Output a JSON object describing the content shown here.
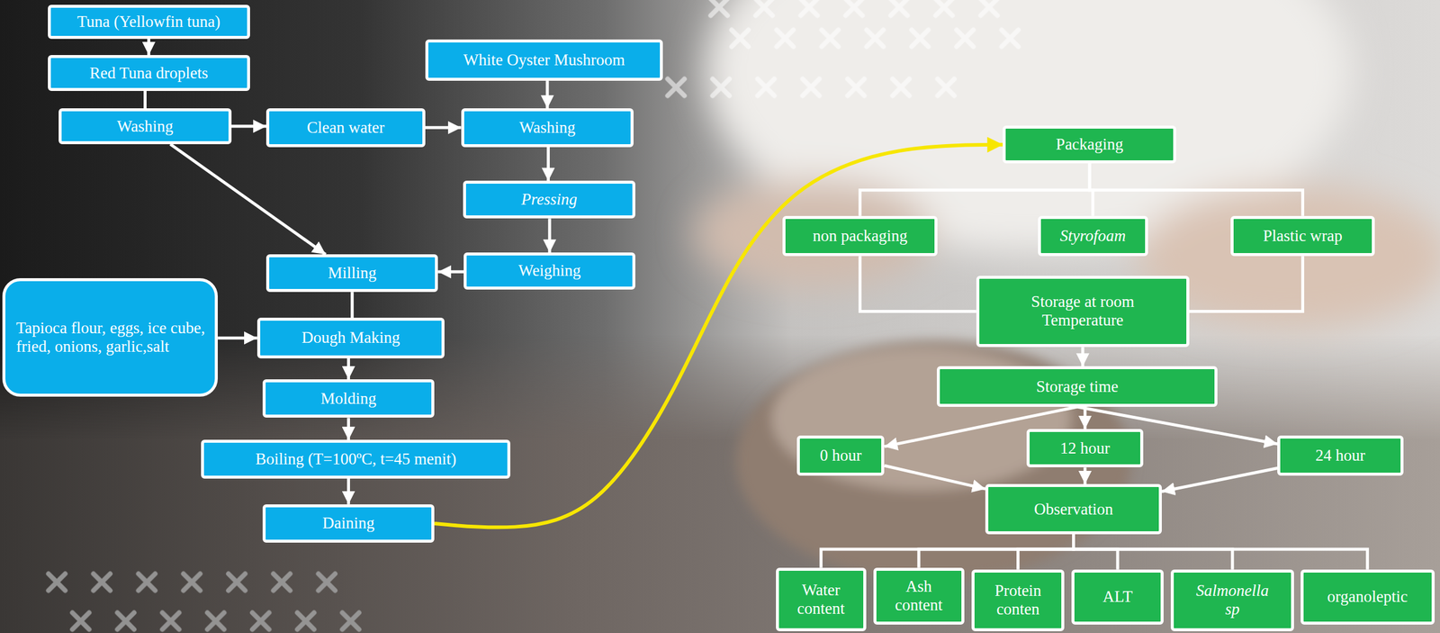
{
  "diagram": {
    "nodes": [
      {
        "text": [
          "Tuna (Yellowfin tuna)"
        ]
      },
      {
        "text": [
          "Red Tuna droplets"
        ]
      },
      {
        "text": [
          "Washing"
        ]
      },
      {
        "text": [
          "Clean water"
        ]
      },
      {
        "text": [
          "White Oyster Mushroom"
        ]
      },
      {
        "text": [
          "Washing"
        ]
      },
      {
        "text": [
          "Pressing"
        ]
      },
      {
        "text": [
          "Weighing"
        ]
      },
      {
        "text": [
          "Milling"
        ]
      },
      {
        "text": [
          "Tapioca flour, eggs, ice cube, fried, onions, garlic,salt"
        ]
      },
      {
        "text": [
          "Dough Making"
        ]
      },
      {
        "text": [
          "Molding"
        ]
      },
      {
        "text": [
          "Boiling (T=100ºC, t=45 menit)"
        ]
      },
      {
        "text": [
          "Daining"
        ]
      },
      {
        "text": [
          "Packaging"
        ]
      },
      {
        "text": [
          "non packaging"
        ]
      },
      {
        "text": [
          "Styrofoam"
        ]
      },
      {
        "text": [
          "Plastic wrap"
        ]
      },
      {
        "text": [
          "Storage at room Temperature"
        ]
      },
      {
        "text": [
          "Storage time"
        ]
      },
      {
        "text": [
          "0 hour"
        ]
      },
      {
        "text": [
          "12 hour"
        ]
      },
      {
        "text": [
          "24 hour"
        ]
      },
      {
        "text": [
          "Observation"
        ]
      },
      {
        "text": [
          "Water content"
        ]
      },
      {
        "text": [
          "Ash content"
        ]
      },
      {
        "text": [
          "Protein conten"
        ]
      },
      {
        "text": [
          "ALT"
        ]
      },
      {
        "text": [
          "Salmonella sp"
        ]
      },
      {
        "text": [
          "organoleptic"
        ]
      }
    ],
    "edges": [
      {
        "from": 0,
        "to": 1,
        "arrow": "to"
      },
      {
        "from": 1,
        "to": 2,
        "arrow": "none"
      },
      {
        "from": 2,
        "to": 3,
        "arrow": "to"
      },
      {
        "from": 3,
        "to": 5,
        "arrow": "to"
      },
      {
        "from": 4,
        "to": 5,
        "arrow": "to"
      },
      {
        "from": 5,
        "to": 6,
        "arrow": "to"
      },
      {
        "from": 6,
        "to": 7,
        "arrow": "to"
      },
      {
        "from": 2,
        "to": 8,
        "arrow": "to"
      },
      {
        "from": 7,
        "to": 8,
        "arrow": "to"
      },
      {
        "from": 8,
        "to": 10,
        "arrow": "none"
      },
      {
        "from": 9,
        "to": 10,
        "arrow": "to"
      },
      {
        "from": 10,
        "to": 11,
        "arrow": "to"
      },
      {
        "from": 11,
        "to": 12,
        "arrow": "to"
      },
      {
        "from": 12,
        "to": 13,
        "arrow": "to"
      },
      {
        "from": 13,
        "to": 14,
        "arrow": "to"
      },
      {
        "from": 14,
        "to": 15,
        "arrow": "none"
      },
      {
        "from": 14,
        "to": 16,
        "arrow": "none"
      },
      {
        "from": 14,
        "to": 17,
        "arrow": "none"
      },
      {
        "from": 15,
        "to": 18,
        "arrow": "none"
      },
      {
        "from": 17,
        "to": 18,
        "arrow": "none"
      },
      {
        "from": 18,
        "to": 19,
        "arrow": "to"
      },
      {
        "from": 19,
        "to": 20,
        "arrow": "to"
      },
      {
        "from": 19,
        "to": 21,
        "arrow": "to"
      },
      {
        "from": 19,
        "to": 22,
        "arrow": "to"
      },
      {
        "from": 20,
        "to": 23,
        "arrow": "to"
      },
      {
        "from": 21,
        "to": 23,
        "arrow": "to"
      },
      {
        "from": 22,
        "to": 23,
        "arrow": "to"
      },
      {
        "from": 23,
        "to": 24,
        "arrow": "none"
      },
      {
        "from": 23,
        "to": 25,
        "arrow": "none"
      },
      {
        "from": 23,
        "to": 26,
        "arrow": "none"
      },
      {
        "from": 23,
        "to": 27,
        "arrow": "none"
      },
      {
        "from": 23,
        "to": 28,
        "arrow": "none"
      },
      {
        "from": 23,
        "to": 29,
        "arrow": "none"
      }
    ]
  }
}
